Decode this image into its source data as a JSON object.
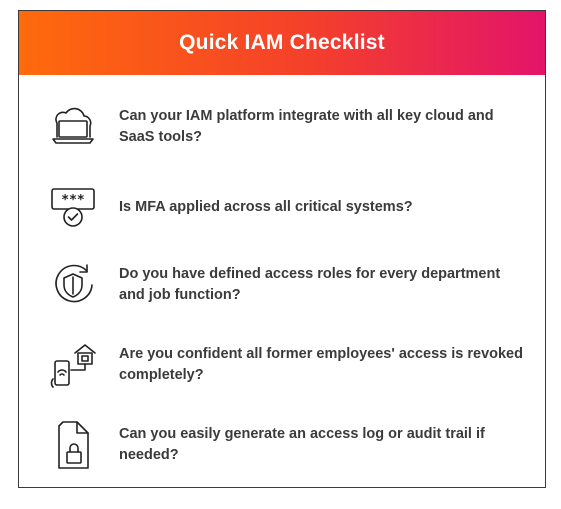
{
  "title": "Quick IAM Checklist",
  "colors": {
    "gradient_start": "#ff6a0c",
    "gradient_end": "#e3146a",
    "text": "#3b3b3b",
    "border": "#3a3a3a"
  },
  "items": [
    {
      "icon": "cloud-laptop-icon",
      "text": "Can your IAM platform integrate with all key cloud and SaaS tools?"
    },
    {
      "icon": "password-check-icon",
      "text": "Is MFA applied across all critical systems?"
    },
    {
      "icon": "shield-refresh-icon",
      "text": "Do you have defined access roles for every department and job function?"
    },
    {
      "icon": "remote-access-icon",
      "text": "Are you confident all former employees' access is revoked completely?"
    },
    {
      "icon": "document-lock-icon",
      "text": "Can you easily generate an access log or audit trail if needed?"
    }
  ]
}
